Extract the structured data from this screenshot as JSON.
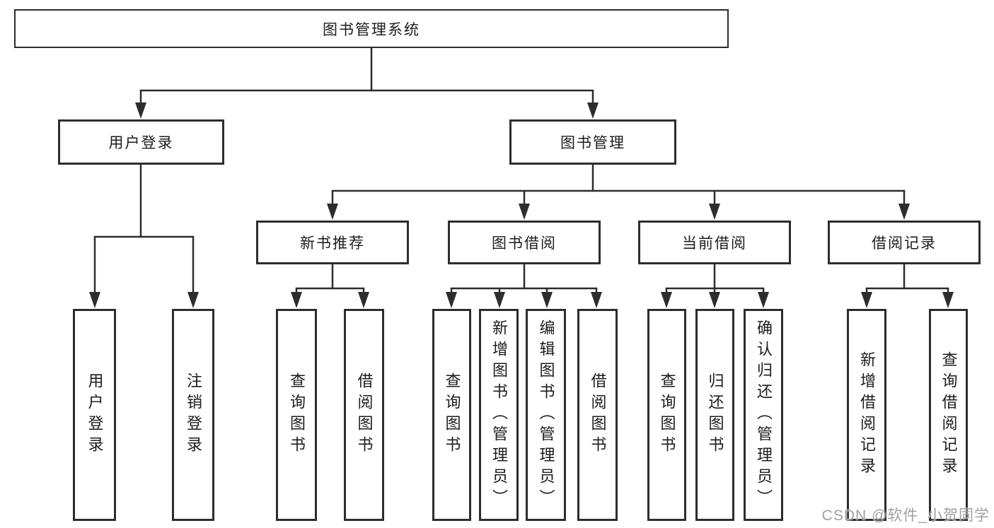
{
  "diagram": {
    "root": {
      "label": "图书管理系统"
    },
    "login": {
      "label": "用户登录",
      "leaves": [
        "用户登录",
        "注销登录"
      ]
    },
    "management": {
      "label": "图书管理",
      "children": [
        {
          "label": "新书推荐",
          "leaves": [
            "查询图书",
            "借阅图书"
          ]
        },
        {
          "label": "图书借阅",
          "leaves": [
            "查询图书",
            "新增图书（管理员）",
            "编辑图书（管理员）",
            "借阅图书"
          ]
        },
        {
          "label": "当前借阅",
          "leaves": [
            "查询图书",
            "归还图书",
            "确认归还（管理员）"
          ]
        },
        {
          "label": "借阅记录",
          "leaves": [
            "新增借阅记录",
            "查询借阅记录"
          ]
        }
      ]
    },
    "watermark": "CSDN @软件_小贺同学",
    "colors": {
      "line": "#2d2d2d",
      "text": "#1c1c1c",
      "watermark": "#a0a0a0",
      "background": "#ffffff"
    }
  }
}
